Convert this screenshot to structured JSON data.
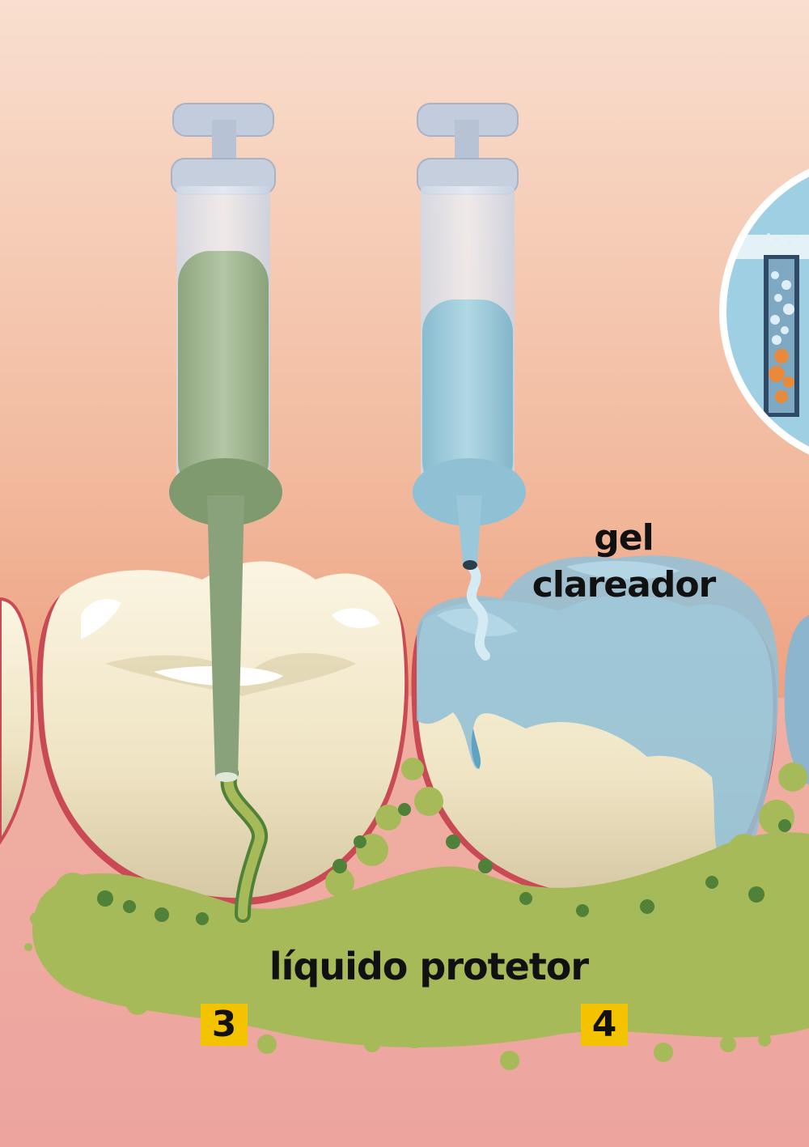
{
  "labels": {
    "gel_line1": "gel",
    "gel_line2": "clareador",
    "liquid": "líquido protetor"
  },
  "steps": {
    "left": "3",
    "right": "4"
  },
  "colors": {
    "background_top": "#f8dccb",
    "background_mid": "#eda585",
    "gum": "#eda4a0",
    "tooth": "#f2ead0",
    "protective_liquid": "#a4b85a",
    "protective_liquid_dark": "#4e7e36",
    "whitening_gel": "#96c2d6",
    "badge_yellow": "#f3c300"
  }
}
